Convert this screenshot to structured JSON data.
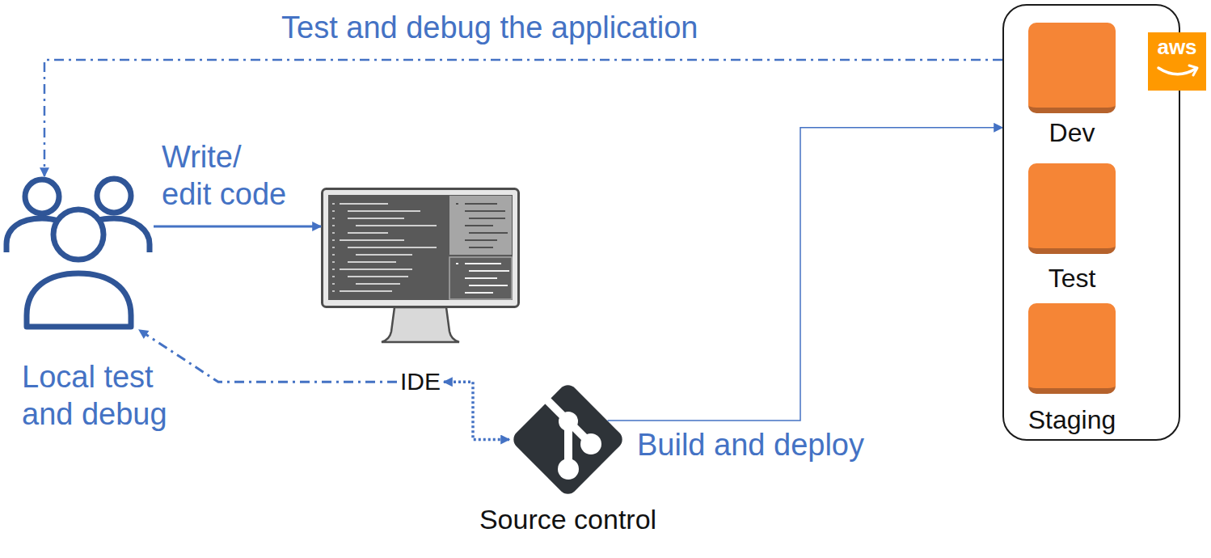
{
  "diagram": {
    "nodes": [
      {
        "text": []
      },
      {
        "text": [
          "IDE"
        ]
      },
      {
        "text": [
          "Source control"
        ]
      },
      {
        "text": [
          "aws"
        ]
      },
      {
        "text": [
          "Dev"
        ],
        "in": 3
      },
      {
        "text": [
          "Test"
        ],
        "in": 3
      },
      {
        "text": [
          "Staging"
        ],
        "in": 3
      }
    ],
    "edges": [
      {
        "from": 0,
        "to": 1,
        "arrow": "to",
        "label": "Write/ edit code"
      },
      {
        "from": 1,
        "to": 2,
        "arrow": "both"
      },
      {
        "from": 2,
        "to": 3,
        "arrow": "to",
        "label": "Build and deploy"
      },
      {
        "from": 3,
        "to": 0,
        "arrow": "to",
        "label": "Test and debug the application"
      },
      {
        "from": 1,
        "to": 0,
        "arrow": "to",
        "label": "Local test and debug"
      }
    ]
  }
}
